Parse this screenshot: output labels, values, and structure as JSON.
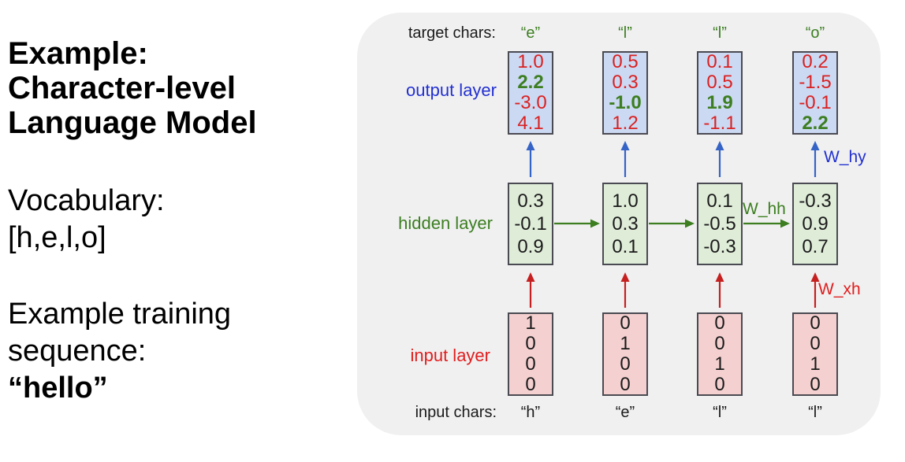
{
  "slide": {
    "title_lines": [
      "Example:",
      "Character-level",
      "Language Model"
    ],
    "vocabulary_lines": [
      "Vocabulary:",
      "[h,e,l,o]"
    ],
    "training_lines": [
      "Example training",
      "sequence:",
      "“hello”"
    ]
  },
  "diagram": {
    "labels": {
      "target_chars": "target chars:",
      "output_layer": "output layer",
      "hidden_layer": "hidden layer",
      "input_layer": "input layer",
      "input_chars": "input chars:",
      "w_hy": "W_hy",
      "w_hh": "W_hh",
      "w_xh": "W_xh"
    },
    "target_chars": [
      "“e”",
      "“l”",
      "“l”",
      "“o”"
    ],
    "input_chars": [
      "“h”",
      "“e”",
      "“l”",
      "“l”"
    ],
    "output_layer": [
      {
        "values": [
          "1.0",
          "2.2",
          "-3.0",
          "4.1"
        ],
        "highlight_index": 1
      },
      {
        "values": [
          "0.5",
          "0.3",
          "-1.0",
          "1.2"
        ],
        "highlight_index": 2
      },
      {
        "values": [
          "0.1",
          "0.5",
          "1.9",
          "-1.1"
        ],
        "highlight_index": 2
      },
      {
        "values": [
          "0.2",
          "-1.5",
          "-0.1",
          "2.2"
        ],
        "highlight_index": 3
      }
    ],
    "hidden_layer": [
      {
        "values": [
          "0.3",
          "-0.1",
          "0.9"
        ]
      },
      {
        "values": [
          "1.0",
          "0.3",
          "0.1"
        ]
      },
      {
        "values": [
          "0.1",
          "-0.5",
          "-0.3"
        ]
      },
      {
        "values": [
          "-0.3",
          "0.9",
          "0.7"
        ]
      }
    ],
    "input_layer": [
      {
        "values": [
          "1",
          "0",
          "0",
          "0"
        ]
      },
      {
        "values": [
          "0",
          "1",
          "0",
          "0"
        ]
      },
      {
        "values": [
          "0",
          "0",
          "1",
          "0"
        ]
      },
      {
        "values": [
          "0",
          "0",
          "1",
          "0"
        ]
      }
    ],
    "colors": {
      "red_text": "#d92121",
      "green_text": "#3c7e20",
      "blue_text": "#2230d0",
      "blue_arrow": "#3563c6",
      "red_arrow": "#c51f1f",
      "green_arrow": "#3c7e20",
      "output_box_fill": "#ccd9f2",
      "hidden_box_fill": "#dfecd8",
      "input_box_fill": "#f5d0d0",
      "panel_background": "#f0f0f1",
      "box_border": "#4a4a52"
    }
  }
}
